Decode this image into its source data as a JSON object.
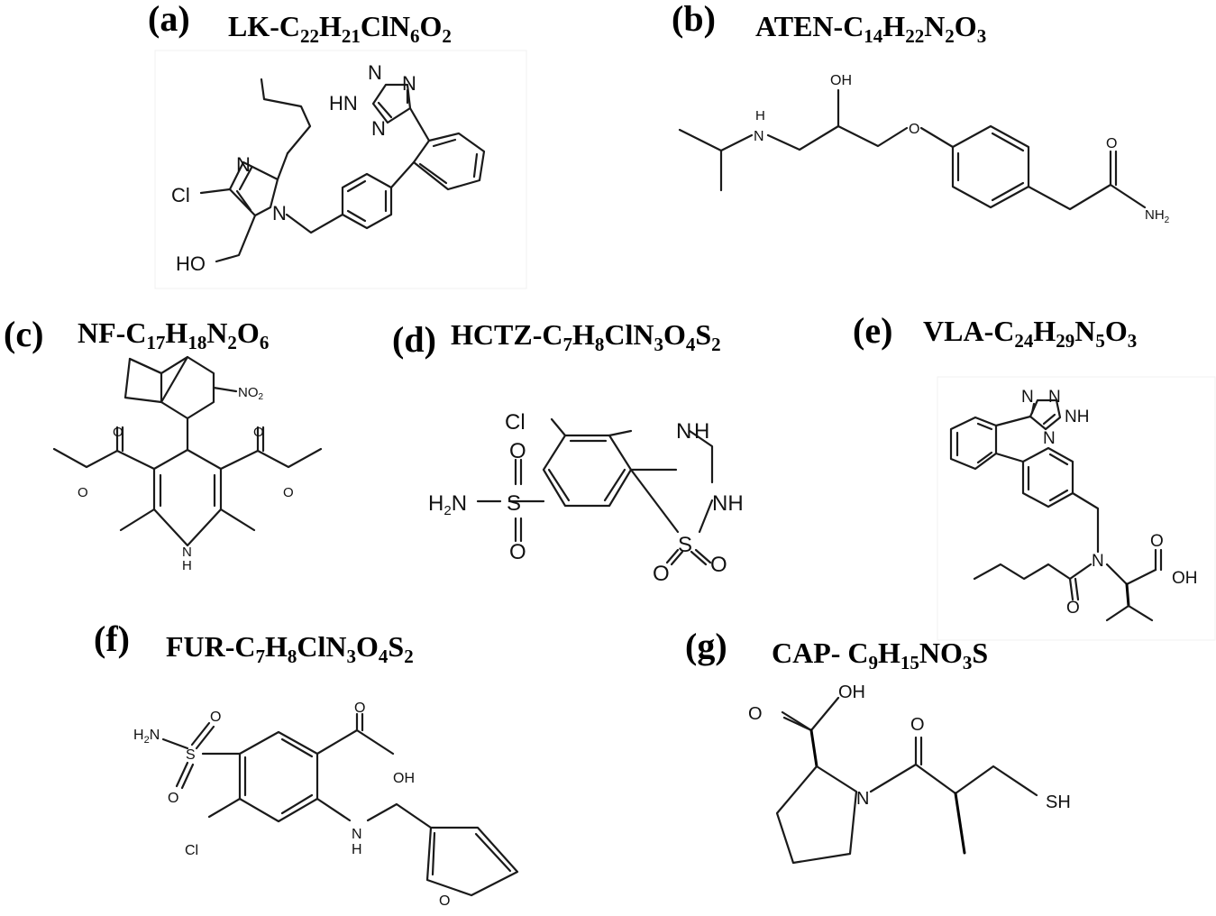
{
  "panels": [
    {
      "id": "a",
      "letter": "(a)",
      "formula": [
        [
          "LK-C",
          ""
        ],
        [
          "22",
          "sub"
        ],
        [
          "H",
          ""
        ],
        [
          "21",
          "sub"
        ],
        [
          "ClN",
          ""
        ],
        [
          "6",
          "sub"
        ],
        [
          "O",
          ""
        ],
        [
          "2",
          "sub"
        ]
      ]
    },
    {
      "id": "b",
      "letter": "(b)",
      "formula": [
        [
          "ATEN-C",
          ""
        ],
        [
          "14",
          "sub"
        ],
        [
          "H",
          ""
        ],
        [
          "22",
          "sub"
        ],
        [
          "N",
          ""
        ],
        [
          "2",
          "sub"
        ],
        [
          "O",
          ""
        ],
        [
          "3",
          "sub"
        ]
      ]
    },
    {
      "id": "c",
      "letter": "(c)",
      "formula": [
        [
          "NF-C",
          ""
        ],
        [
          "17",
          "sub"
        ],
        [
          "H",
          ""
        ],
        [
          "18",
          "sub"
        ],
        [
          "N",
          ""
        ],
        [
          "2",
          "sub"
        ],
        [
          "O",
          ""
        ],
        [
          "6",
          "sub"
        ]
      ]
    },
    {
      "id": "d",
      "letter": "(d)",
      "formula": [
        [
          "HCTZ-C",
          ""
        ],
        [
          "7",
          "sub"
        ],
        [
          "H",
          ""
        ],
        [
          "8",
          "sub"
        ],
        [
          "ClN",
          ""
        ],
        [
          "3",
          "sub"
        ],
        [
          "O",
          ""
        ],
        [
          "4",
          "sub"
        ],
        [
          "S",
          ""
        ],
        [
          "2",
          "sub"
        ]
      ]
    },
    {
      "id": "e",
      "letter": "(e)",
      "formula": [
        [
          "VLA-C",
          ""
        ],
        [
          "24",
          "sub"
        ],
        [
          "H",
          ""
        ],
        [
          "29",
          "sub"
        ],
        [
          "N",
          ""
        ],
        [
          "5",
          "sub"
        ],
        [
          "O",
          ""
        ],
        [
          "3",
          "sub"
        ]
      ]
    },
    {
      "id": "f",
      "letter": "(f)",
      "formula": [
        [
          "FUR-C",
          ""
        ],
        [
          "7",
          "sub"
        ],
        [
          "H",
          ""
        ],
        [
          "8",
          "sub"
        ],
        [
          "ClN",
          ""
        ],
        [
          "3",
          "sub"
        ],
        [
          "O",
          ""
        ],
        [
          "4",
          "sub"
        ],
        [
          "S",
          ""
        ],
        [
          "2",
          "sub"
        ]
      ]
    },
    {
      "id": "g",
      "letter": "(g)",
      "formula": [
        [
          "CAP- C",
          ""
        ],
        [
          "9",
          "sub"
        ],
        [
          "H",
          ""
        ],
        [
          "15",
          "sub"
        ],
        [
          "NO",
          ""
        ],
        [
          "3",
          "sub"
        ],
        [
          "S",
          ""
        ]
      ]
    }
  ],
  "atom_labels": {
    "a": {
      "hn": "HN",
      "n1": "N",
      "n2": "N",
      "n3": "N",
      "n4": "N",
      "n5": "N",
      "cl": "Cl",
      "ho": "HO"
    },
    "b": {
      "oh": "OH",
      "h": "H",
      "n": "N",
      "o": "O",
      "o2": "O",
      "nh2": "NH",
      "nh2sub": "2"
    },
    "c": {
      "no2": "NO",
      "no2sub": "2",
      "o1": "O",
      "o2": "O",
      "o3": "O",
      "o4": "O",
      "h": "H",
      "n": "N"
    },
    "d": {
      "cl": "Cl",
      "nh1": "N",
      "h1": "H",
      "nh2": "NH",
      "h2n": "H",
      "h2nsub": "2",
      "n": "N",
      "s1": "S",
      "s2": "S",
      "o1": "O",
      "o2": "O",
      "o3": "O",
      "o4": "O"
    },
    "e": {
      "n1": "N",
      "n2": "N",
      "nh": "NH",
      "n3": "N",
      "n4": "N",
      "o": "O",
      "oh": "OH",
      "o2": "O"
    },
    "f": {
      "h2n": "H",
      "h2nsub": "2",
      "n": "N",
      "s": "S",
      "o1": "O",
      "o2": "O",
      "o3": "O",
      "oh": "OH",
      "cl": "Cl",
      "h": "H",
      "n2": "N",
      "o4": "O"
    },
    "g": {
      "oh": "OH",
      "o1": "O",
      "o2": "O",
      "n": "N",
      "sh": "SH"
    }
  }
}
